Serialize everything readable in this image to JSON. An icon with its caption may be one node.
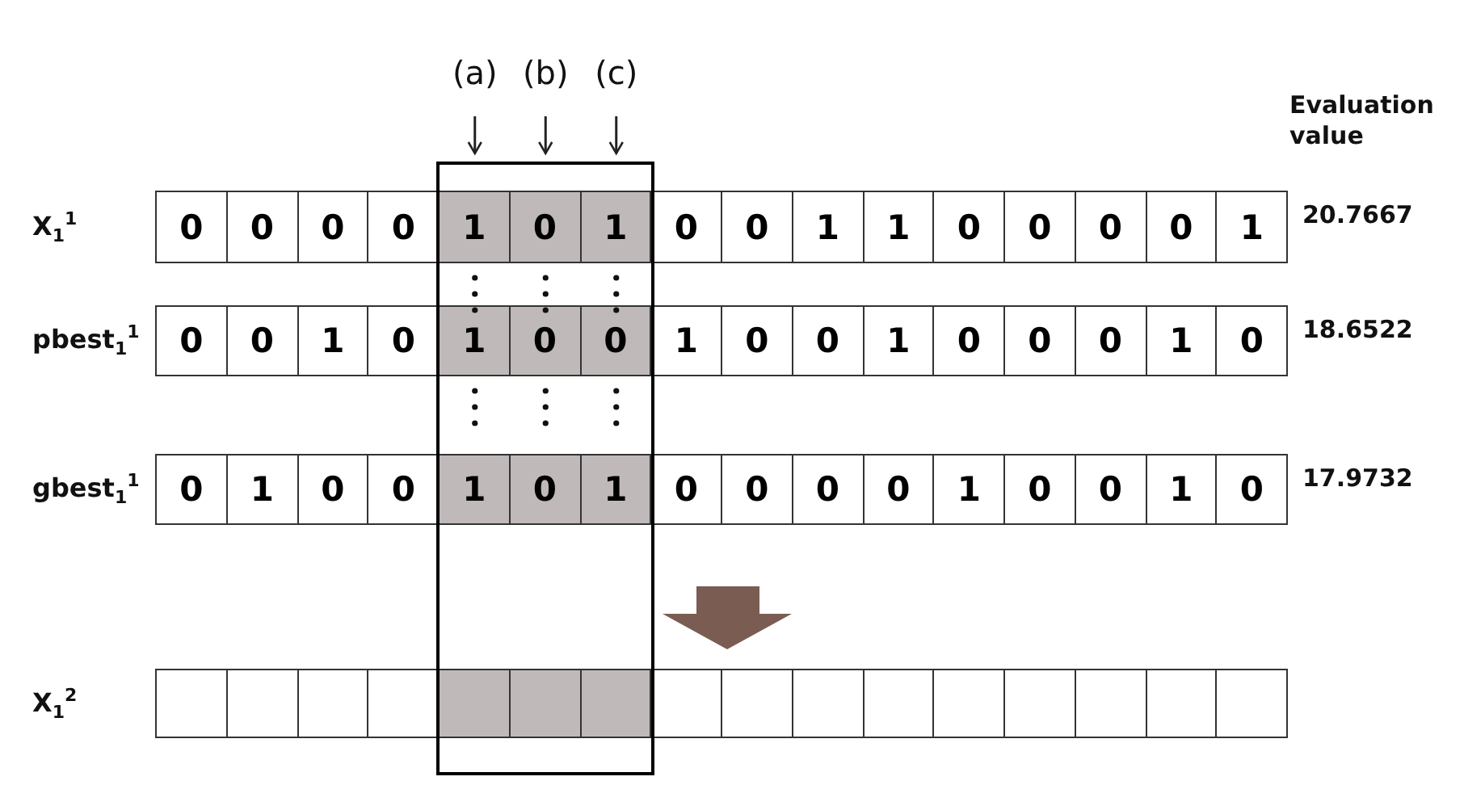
{
  "diagram": {
    "labels": [
      "(a)",
      "(b)",
      "(c)",
      "Evaluation value",
      "X$_{1}$$^{1}$",
      "0",
      "0",
      "0",
      "0",
      "1",
      "0",
      "1",
      "0",
      "0",
      "1",
      "1",
      "0",
      "0",
      "0",
      "0",
      "1",
      "20.7667",
      "pbest$_{1}$$^{1}$",
      "0",
      "0",
      "1",
      "0",
      "1",
      "0",
      "0",
      "1",
      "0",
      "0",
      "1",
      "0",
      "0",
      "0",
      "1",
      "0",
      "18.6522",
      "gbest$_{1}$$^{1}$",
      "0",
      "1",
      "0",
      "0",
      "1",
      "0",
      "1",
      "0",
      "0",
      "0",
      "0",
      "1",
      "0",
      "0",
      "1",
      "0",
      "17.9732",
      "X$_{1}$$^{2}$"
    ]
  }
}
